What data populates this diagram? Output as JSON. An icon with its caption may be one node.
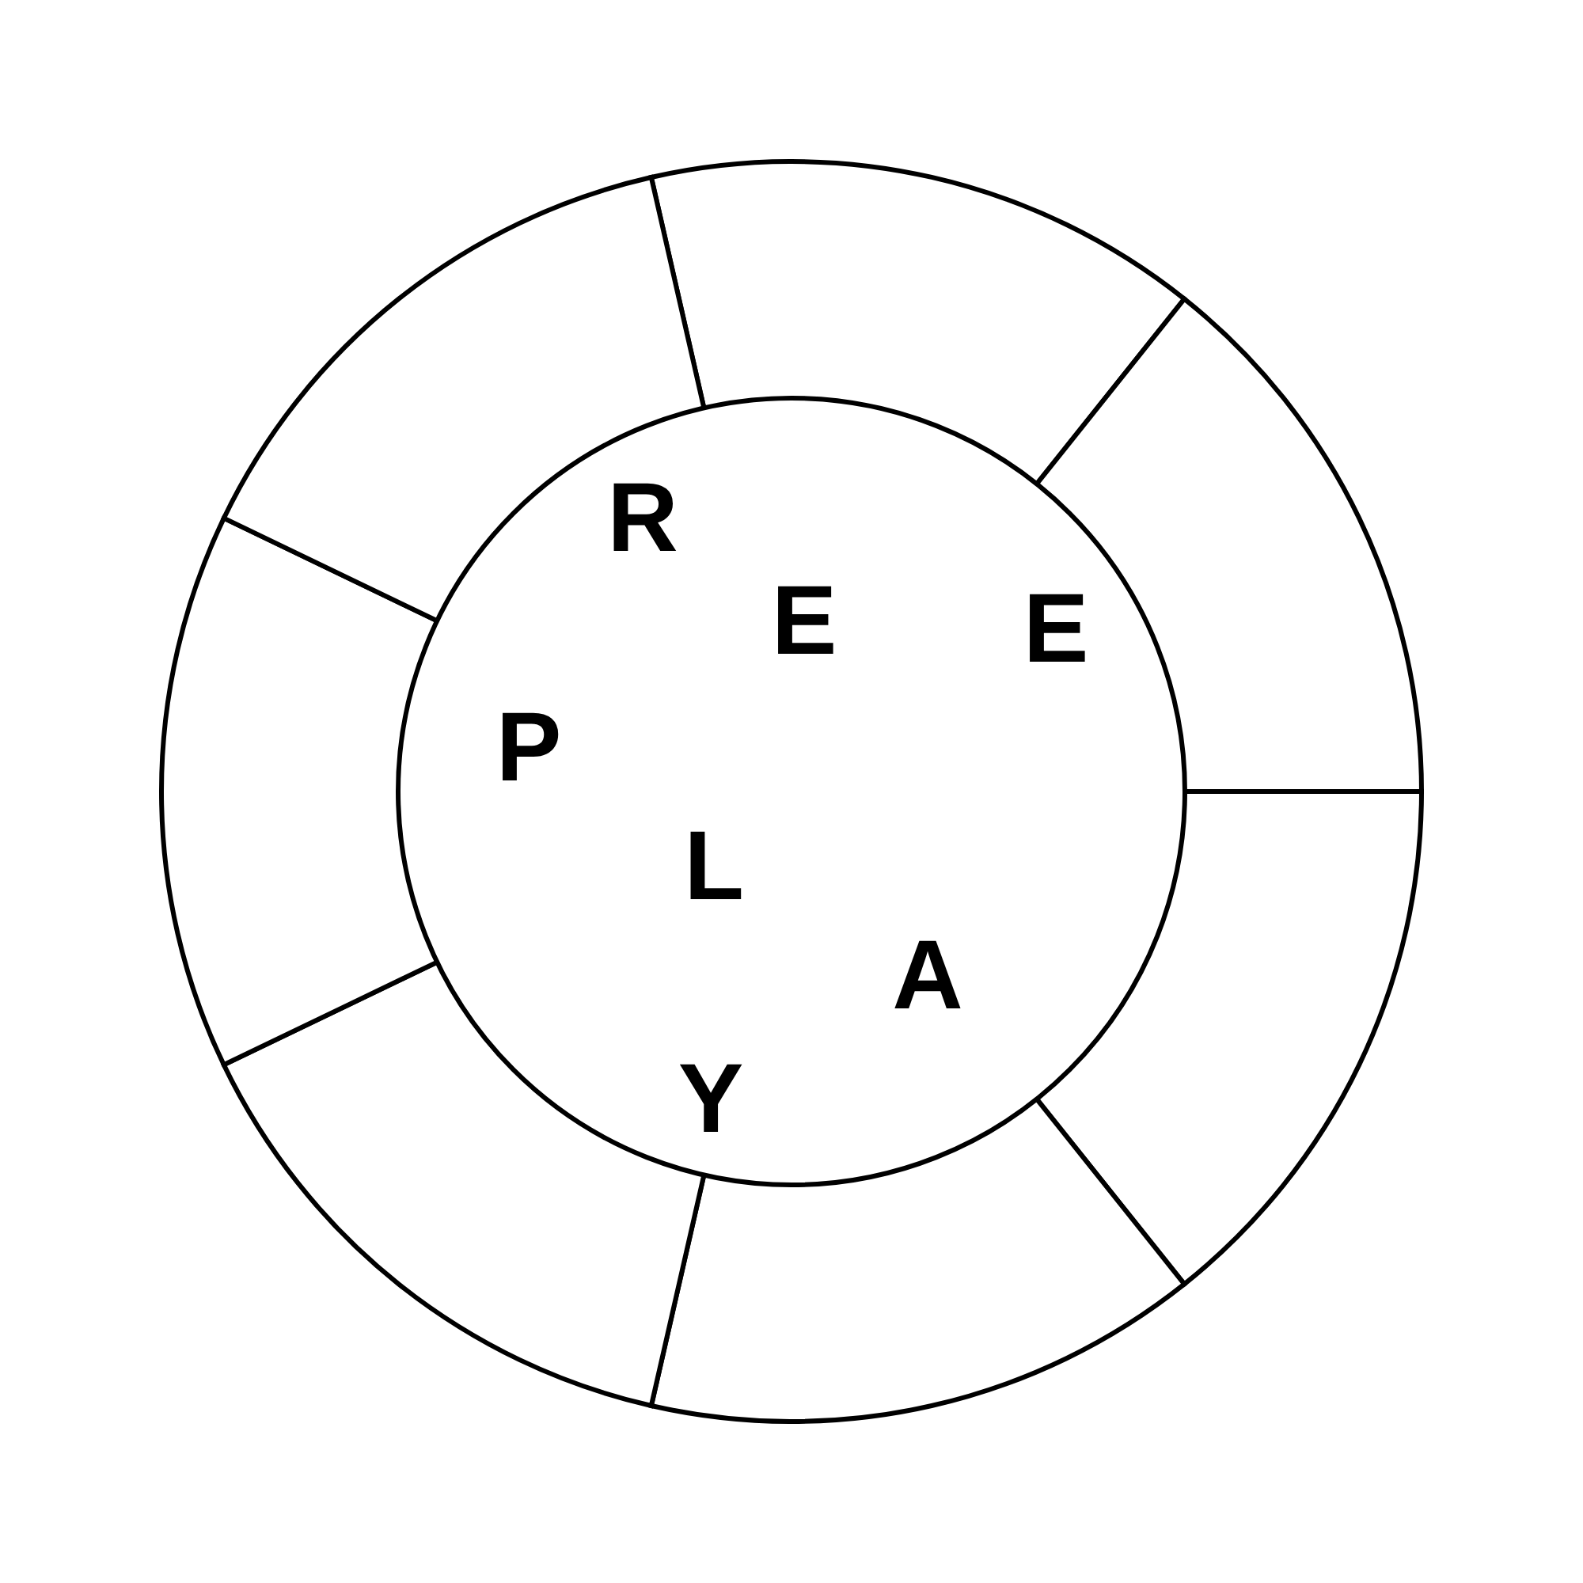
{
  "diagram": {
    "nodes": [
      {
        "text": [
          "R",
          "E",
          "E",
          "P",
          "L",
          "A",
          "Y"
        ]
      },
      {
        "text": [],
        "shape": "box"
      },
      {
        "text": [],
        "shape": "box"
      },
      {
        "text": [],
        "shape": "box"
      },
      {
        "text": [],
        "shape": "box"
      },
      {
        "text": [],
        "shape": "box"
      },
      {
        "text": [],
        "shape": "box"
      },
      {
        "text": [],
        "shape": "box"
      }
    ]
  }
}
